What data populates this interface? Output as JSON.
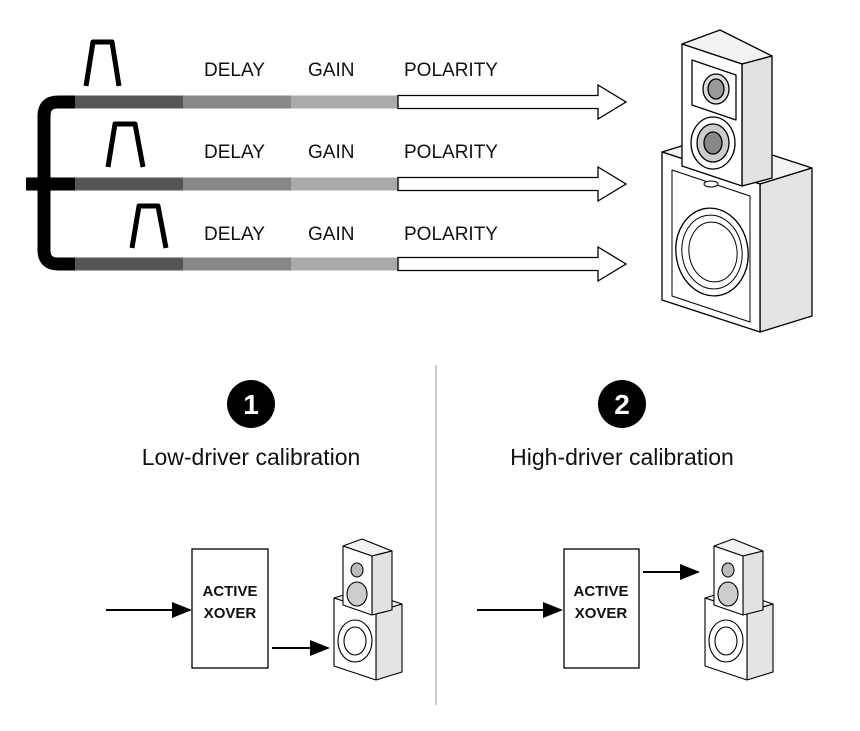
{
  "signal_chain": {
    "rows": [
      {
        "delay_label": "DELAY",
        "gain_label": "GAIN",
        "polarity_label": "POLARITY"
      },
      {
        "delay_label": "DELAY",
        "gain_label": "GAIN",
        "polarity_label": "POLARITY"
      },
      {
        "delay_label": "DELAY",
        "gain_label": "GAIN",
        "polarity_label": "POLARITY"
      }
    ],
    "colors": {
      "delay_segment": "#555555",
      "gain_segment": "#888888",
      "polarity_segment": "#aaaaaa",
      "line": "#000000"
    }
  },
  "steps": [
    {
      "number": "1",
      "caption": "Low-driver calibration",
      "xover_line1": "ACTIVE",
      "xover_line2": "XOVER"
    },
    {
      "number": "2",
      "caption": "High-driver calibration",
      "xover_line1": "ACTIVE",
      "xover_line2": "XOVER"
    }
  ]
}
